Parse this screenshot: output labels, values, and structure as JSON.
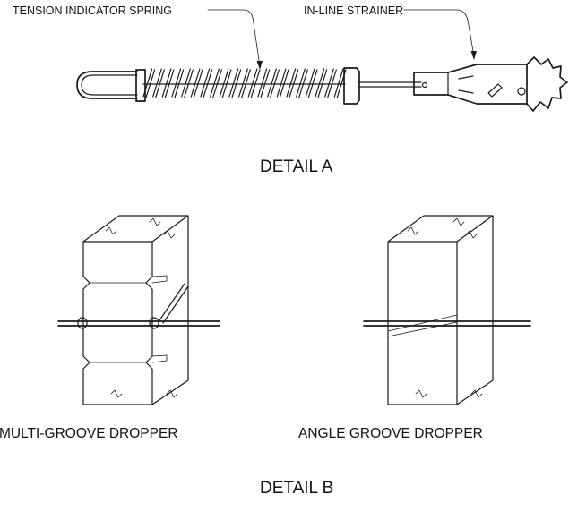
{
  "detail_a": {
    "title": "DETAIL A",
    "spring_label": "TENSION INDICATOR SPRING",
    "strainer_label": "IN-LINE STRAINER"
  },
  "detail_b": {
    "title": "DETAIL B",
    "multi_label": "MULTI-GROOVE DROPPER",
    "angle_label": "ANGLE GROOVE DROPPER"
  },
  "colors": {
    "line": "#1a1a1a",
    "background": "#ffffff"
  }
}
